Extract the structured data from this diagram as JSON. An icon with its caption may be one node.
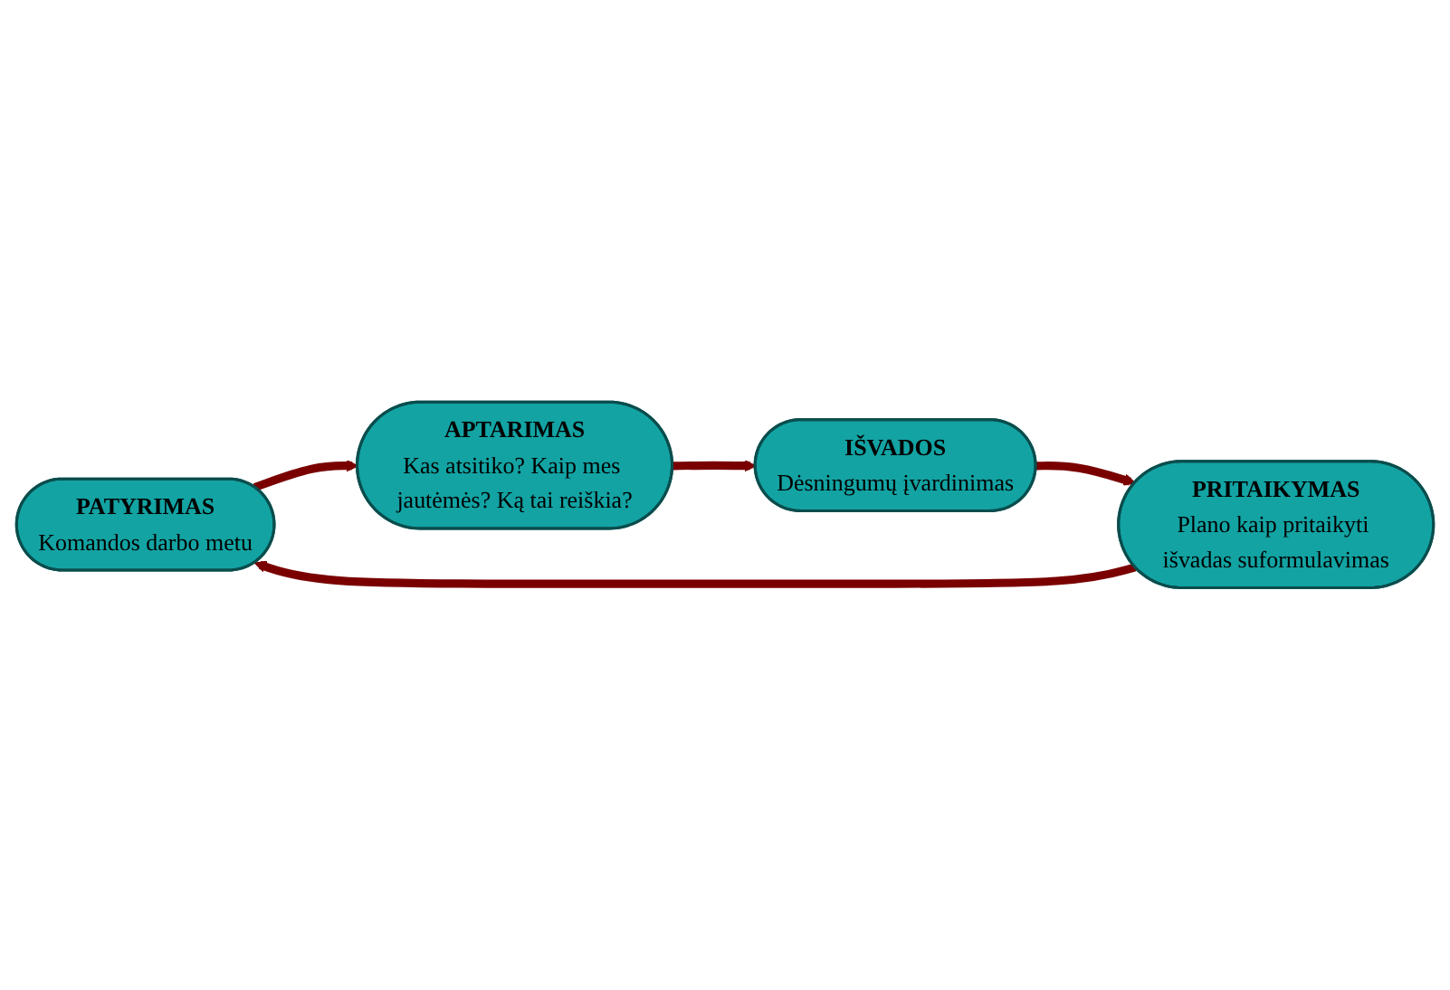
{
  "diagram": {
    "nodes": [
      {
        "text": [
          "PATYRIMAS",
          "Komandos darbo metu"
        ]
      },
      {
        "text": [
          "APTARIMAS",
          "Kas atsitiko? Kaip mes jautėmės? Ką tai reiškia?"
        ]
      },
      {
        "text": [
          "IŠVADOS",
          "Dėsningumų įvardinimas"
        ]
      },
      {
        "text": [
          "PRITAIKYMAS",
          "Plano kaip pritaikyti išvadas suformulavimas"
        ]
      }
    ],
    "edges": [
      {
        "from": 0,
        "to": 1,
        "arrow": "to"
      },
      {
        "from": 1,
        "to": 2,
        "arrow": "to"
      },
      {
        "from": 2,
        "to": 3,
        "arrow": "to"
      },
      {
        "from": 3,
        "to": 0,
        "arrow": "to"
      }
    ]
  }
}
